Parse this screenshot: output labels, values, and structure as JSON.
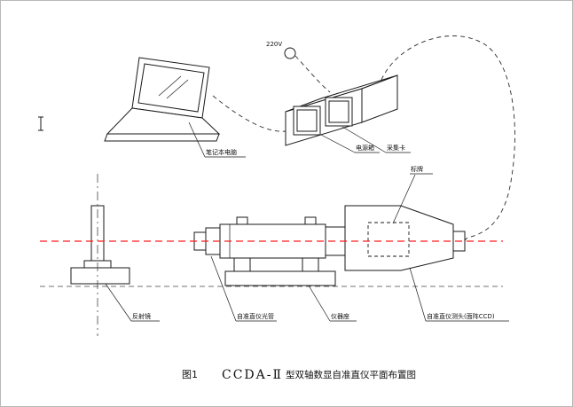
{
  "figure": {
    "voltage_label": "220V",
    "labels": {
      "laptop": "笔记本电脑",
      "power_box": "电源箱",
      "capture_card": "采集卡",
      "nameplate": "标牌",
      "reflector": "反射镜",
      "collimator_tube": "自准直仪光管",
      "instrument_base": "仪器座",
      "collimator_head": "自准直仪测头(面阵CCD)"
    },
    "caption": {
      "figure_no": "图1",
      "model": "CCDA-Ⅱ",
      "title_rest": "型双轴数显自准直仪平面布置图"
    },
    "colors": {
      "outline": "#1a1a1a",
      "optical_axis": "#ff1a1a",
      "centerline": "#444444"
    }
  }
}
